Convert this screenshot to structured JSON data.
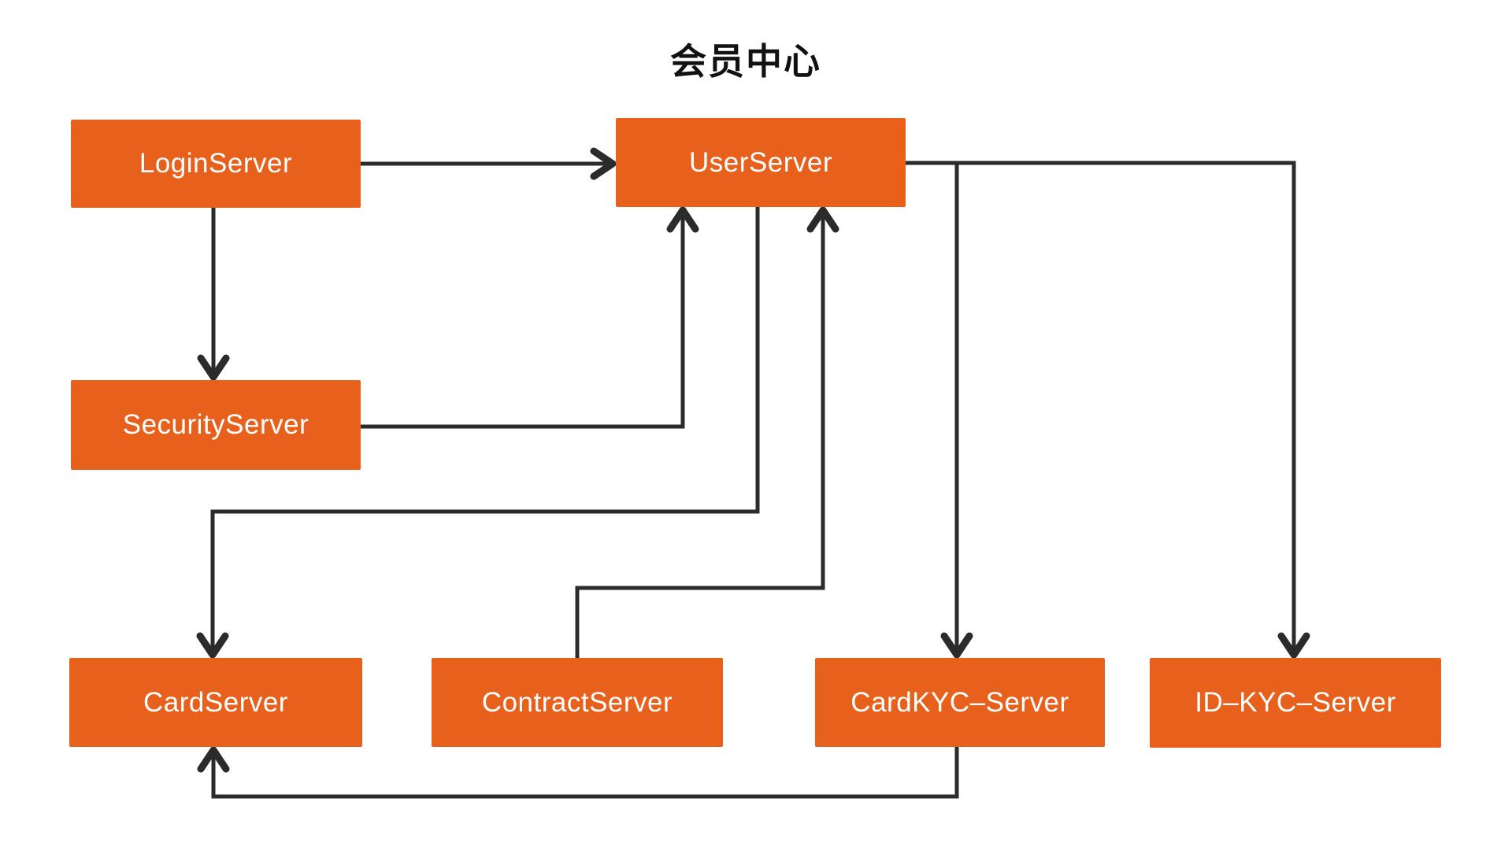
{
  "title": "会员中心",
  "colors": {
    "node_fill": "#E8611C",
    "node_text": "#FFFFFF",
    "edge": "#2B2B2B",
    "background": "#FFFFFF",
    "title_text": "#111111"
  },
  "nodes": {
    "login": {
      "label": "LoginServer"
    },
    "user": {
      "label": "UserServer"
    },
    "security": {
      "label": "SecurityServer"
    },
    "card": {
      "label": "CardServer"
    },
    "contract": {
      "label": "ContractServer"
    },
    "cardkyc": {
      "label": "CardKYC–Server"
    },
    "idkyc": {
      "label": "ID–KYC–Server"
    }
  },
  "edges": [
    {
      "from": "LoginServer",
      "to": "UserServer"
    },
    {
      "from": "LoginServer",
      "to": "SecurityServer"
    },
    {
      "from": "SecurityServer",
      "to": "UserServer"
    },
    {
      "from": "UserServer",
      "to": "CardServer"
    },
    {
      "from": "ContractServer",
      "to": "UserServer"
    },
    {
      "from": "UserServer",
      "to": "CardKYC–Server"
    },
    {
      "from": "UserServer",
      "to": "ID–KYC–Server"
    },
    {
      "from": "CardKYC–Server",
      "to": "CardServer"
    }
  ]
}
